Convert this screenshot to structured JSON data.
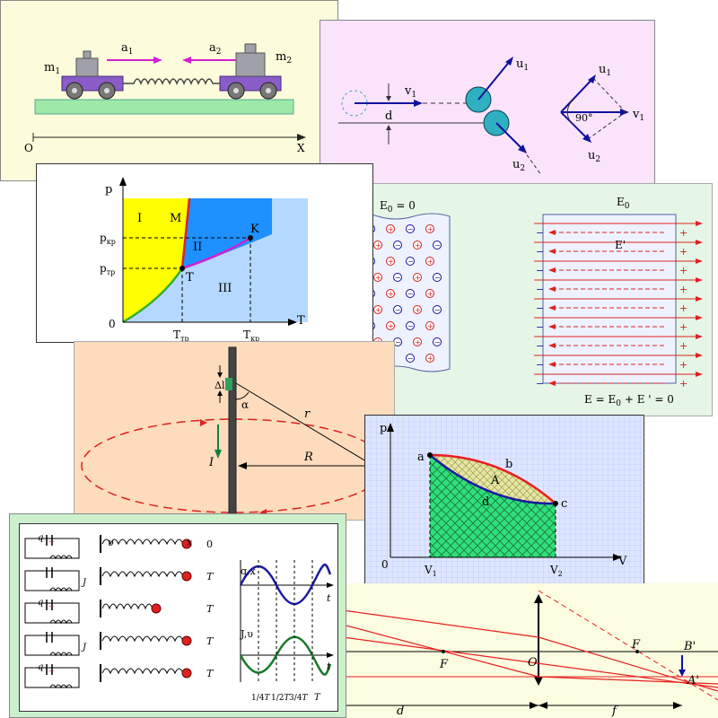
{
  "carts": {
    "m1": "m",
    "m1_sub": "1",
    "m2": "m",
    "m2_sub": "2",
    "a1": "a",
    "a1_sub": "1",
    "a2": "a",
    "a2_sub": "2",
    "origin": "O",
    "axis": "X"
  },
  "collision": {
    "v1": "v",
    "v1_sub": "1",
    "u1": "u",
    "u1_sub": "1",
    "u2": "u",
    "u2_sub": "2",
    "d": "d",
    "angle": "90°",
    "colors": {
      "background": "#fbe3fb",
      "spheres": "#2fb0c0"
    }
  },
  "phase": {
    "p": "p",
    "T": "T",
    "zero": "0",
    "p_kr": "p",
    "p_kr_sub": "кр",
    "p_tr": "p",
    "p_tr_sub": "тр",
    "T_tr": "T",
    "T_tr_sub": "тр",
    "T_kr": "T",
    "T_kr_sub": "кр",
    "region_I": "I",
    "region_II": "II",
    "region_III": "III",
    "point_M": "M",
    "point_K": "K",
    "point_T": "T",
    "colors": {
      "solid": "#ffff00",
      "liquid": "#1e90ff",
      "gas": "#b4d8ff"
    }
  },
  "conductor": {
    "E0_zero": "E",
    "E0_zero_rhs": "= 0",
    "E0": "E",
    "E0_sub": "0",
    "E_prime": "E'",
    "sum_lhs": "E",
    "sum_eq": "=",
    "sum_E0": "E",
    "sum_E0_sub": "0",
    "sum_plus": "+",
    "sum_Eprime": "E '",
    "sum_rhs": "= 0",
    "plus": "+",
    "minus": "−"
  },
  "wire": {
    "dl": "Δl",
    "alpha": "α",
    "r": "r",
    "R": "R",
    "I": "I",
    "colors": {
      "background": "#fcdcbc"
    }
  },
  "cycle": {
    "p": "p",
    "V": "V",
    "zero": "0",
    "a": "a",
    "b": "b",
    "c": "c",
    "d": "d",
    "A": "A",
    "V1": "V",
    "V1_sub": "1",
    "V2": "V",
    "V2_sub": "2",
    "colors": {
      "hatch": "#2fe07a",
      "upper": "#e82020",
      "lower": "#1a1aa0"
    }
  },
  "oscillator": {
    "q": "q",
    "J": "J",
    "labels": [
      "0",
      "T",
      "T",
      "T",
      "T"
    ],
    "frac_1_4": "1",
    "frac_4": "4",
    "frac_1_2": "1",
    "frac_2": "2",
    "frac_3_4": "3",
    "v": "υ",
    "x": "x",
    "qx": "q,x",
    "Jv": "J,υ",
    "t": "t",
    "axis_ticks": [
      "T",
      "T",
      "T",
      "T"
    ],
    "colors": {
      "background": "#ccf0cc",
      "q_curve": "#1a1aa0",
      "J_curve": "#1a7a2a"
    }
  },
  "lens": {
    "F_left": "F",
    "F_right": "F",
    "O": "O",
    "B_prime": "B'",
    "A_prime": "A'",
    "d": "d",
    "f": "f",
    "colors": {
      "background": "#fcfce0",
      "rays": "#e82020"
    }
  }
}
